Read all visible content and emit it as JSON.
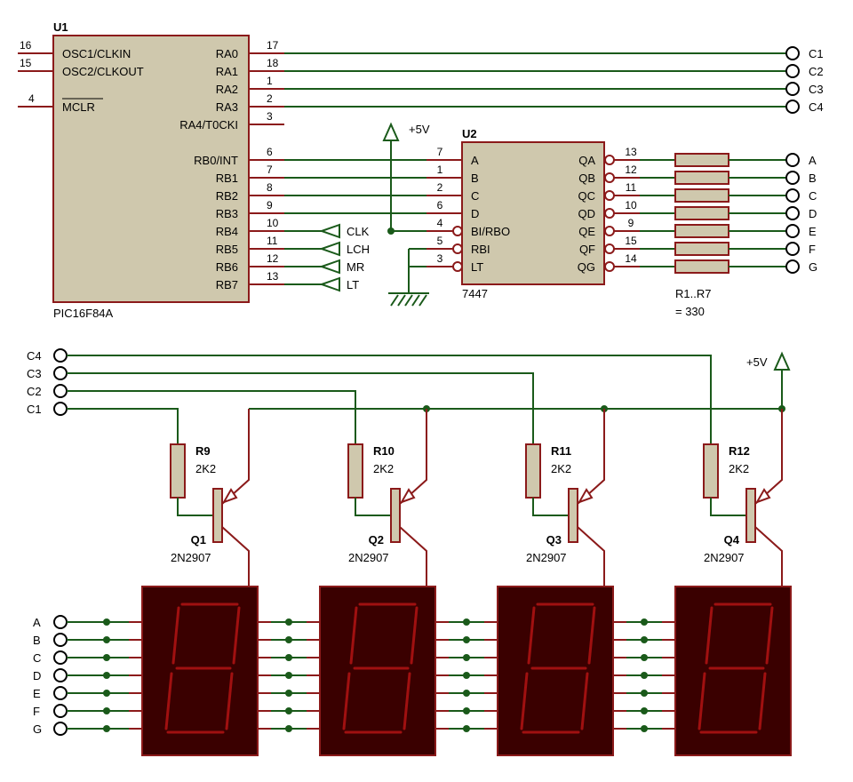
{
  "u1": {
    "ref": "U1",
    "part": "PIC16F84A",
    "left_pins": [
      {
        "num": "16",
        "name": "OSC1/CLKIN"
      },
      {
        "num": "15",
        "name": "OSC2/CLKOUT"
      },
      {
        "num": "4",
        "name": "MCLR"
      }
    ],
    "right_pins": [
      {
        "num": "17",
        "name": "RA0"
      },
      {
        "num": "18",
        "name": "RA1"
      },
      {
        "num": "1",
        "name": "RA2"
      },
      {
        "num": "2",
        "name": "RA3"
      },
      {
        "num": "3",
        "name": "RA4/T0CKI"
      },
      {
        "num": "6",
        "name": "RB0/INT"
      },
      {
        "num": "7",
        "name": "RB1"
      },
      {
        "num": "8",
        "name": "RB2"
      },
      {
        "num": "9",
        "name": "RB3"
      },
      {
        "num": "10",
        "name": "RB4"
      },
      {
        "num": "11",
        "name": "RB5"
      },
      {
        "num": "12",
        "name": "RB6"
      },
      {
        "num": "13",
        "name": "RB7"
      }
    ]
  },
  "u2": {
    "ref": "U2",
    "part": "7447",
    "left_pins": [
      {
        "num": "7",
        "name": "A"
      },
      {
        "num": "1",
        "name": "B"
      },
      {
        "num": "2",
        "name": "C"
      },
      {
        "num": "6",
        "name": "D"
      },
      {
        "num": "4",
        "name": "BI/RBO"
      },
      {
        "num": "5",
        "name": "RBI"
      },
      {
        "num": "3",
        "name": "LT"
      }
    ],
    "right_pins": [
      {
        "num": "13",
        "name": "QA"
      },
      {
        "num": "12",
        "name": "QB"
      },
      {
        "num": "11",
        "name": "QC"
      },
      {
        "num": "10",
        "name": "QD"
      },
      {
        "num": "9",
        "name": "QE"
      },
      {
        "num": "15",
        "name": "QF"
      },
      {
        "num": "14",
        "name": "QG"
      }
    ]
  },
  "power_label": "+5V",
  "resistor_pack": {
    "ref": "R1..R7",
    "value": "= 330"
  },
  "digit_terminals": [
    "C1",
    "C2",
    "C3",
    "C4"
  ],
  "segment_terminals": [
    "A",
    "B",
    "C",
    "D",
    "E",
    "F",
    "G"
  ],
  "bus_labels": [
    "CLK",
    "LCH",
    "MR",
    "LT"
  ],
  "bottom_terminals": [
    "C4",
    "C3",
    "C2",
    "C1"
  ],
  "resistors": [
    {
      "ref": "R9",
      "value": "2K2"
    },
    {
      "ref": "R10",
      "value": "2K2"
    },
    {
      "ref": "R11",
      "value": "2K2"
    },
    {
      "ref": "R12",
      "value": "2K2"
    }
  ],
  "transistors": [
    {
      "ref": "Q1",
      "part": "2N2907"
    },
    {
      "ref": "Q2",
      "part": "2N2907"
    },
    {
      "ref": "Q3",
      "part": "2N2907"
    },
    {
      "ref": "Q4",
      "part": "2N2907"
    }
  ],
  "colors": {
    "wire": "#1a5a1a",
    "component": "#8b1a1a",
    "body": "#cfc8ad",
    "display": "#3a0000",
    "segment": "#a01010"
  }
}
